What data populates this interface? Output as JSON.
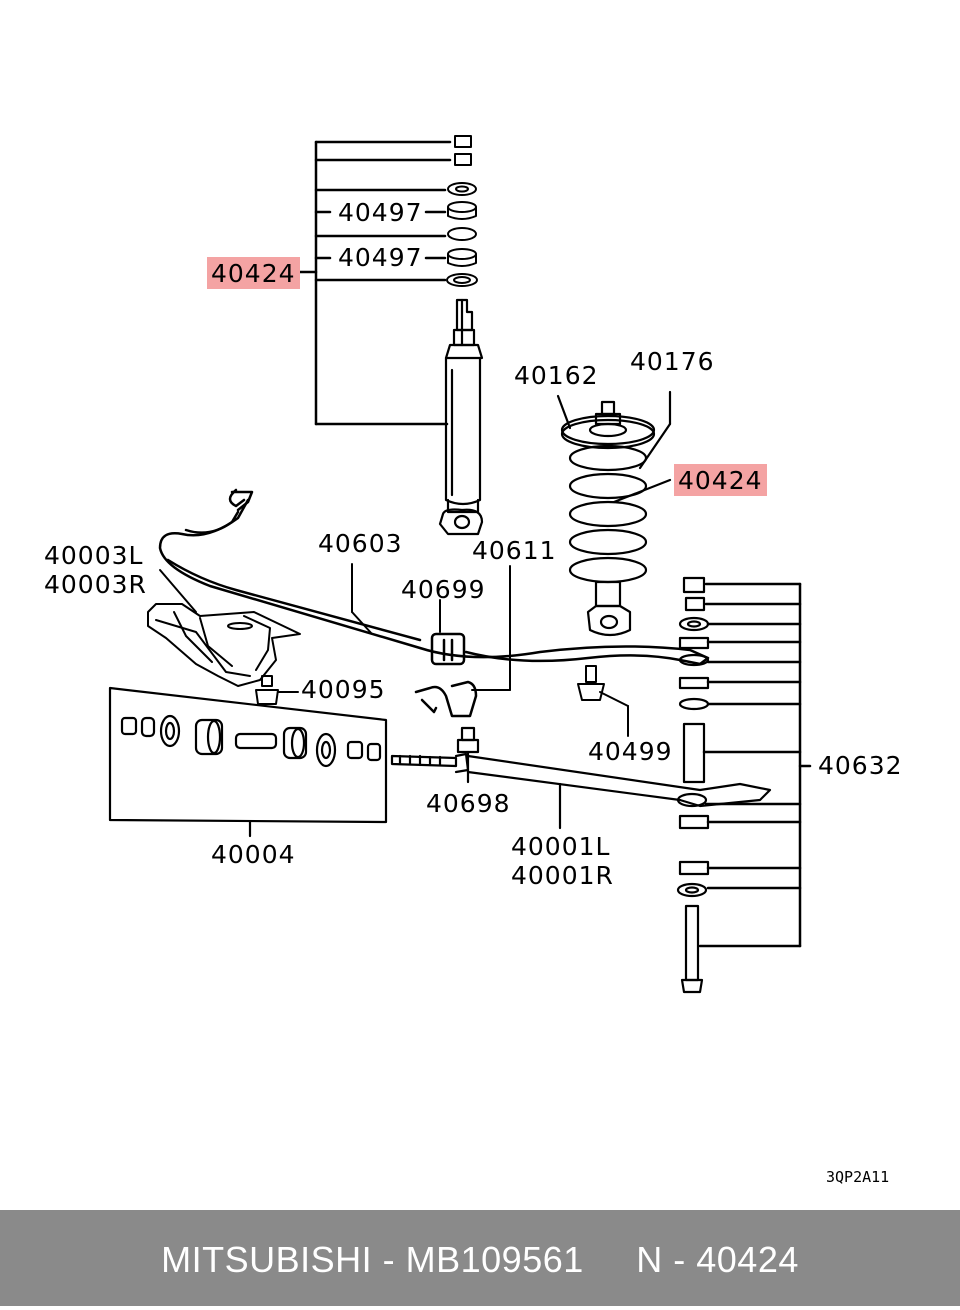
{
  "colors": {
    "highlight": "#f4a3a3",
    "footer_bg": "#8a8a8a",
    "footer_text": "#ffffff",
    "line": "#000000"
  },
  "labels": {
    "l40424_top": "40424",
    "l40497_a": "40497",
    "l40497_b": "40497",
    "l40162": "40162",
    "l40176": "40176",
    "l40424_spring": "40424",
    "l40003": "40003L",
    "l40003r": "40003R",
    "l40603": "40603",
    "l40611": "40611",
    "l40699": "40699",
    "l40095": "40095",
    "l40499": "40499",
    "l40632": "40632",
    "l40698": "40698",
    "l40004": "40004",
    "l40001l": "40001L",
    "l40001r": "40001R"
  },
  "diagram_code": "3QP2A11",
  "footer": {
    "text": "MITSUBISHI - MB109561     N - 40424"
  }
}
